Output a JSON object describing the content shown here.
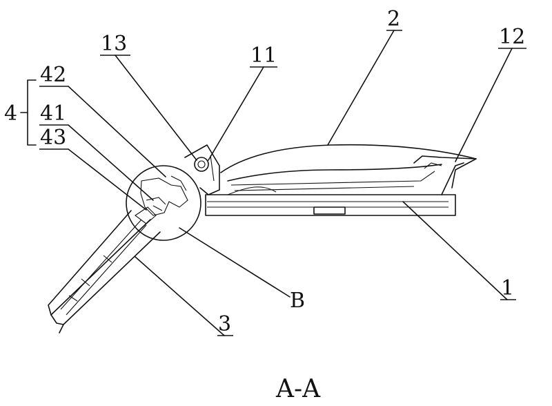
{
  "labels": {
    "l1": "1",
    "l2": "2",
    "l3": "3",
    "l4": "4",
    "l11": "11",
    "l12": "12",
    "l13": "13",
    "l41": "41",
    "l42": "42",
    "l43": "43",
    "lB": "B"
  },
  "caption": "A-A"
}
